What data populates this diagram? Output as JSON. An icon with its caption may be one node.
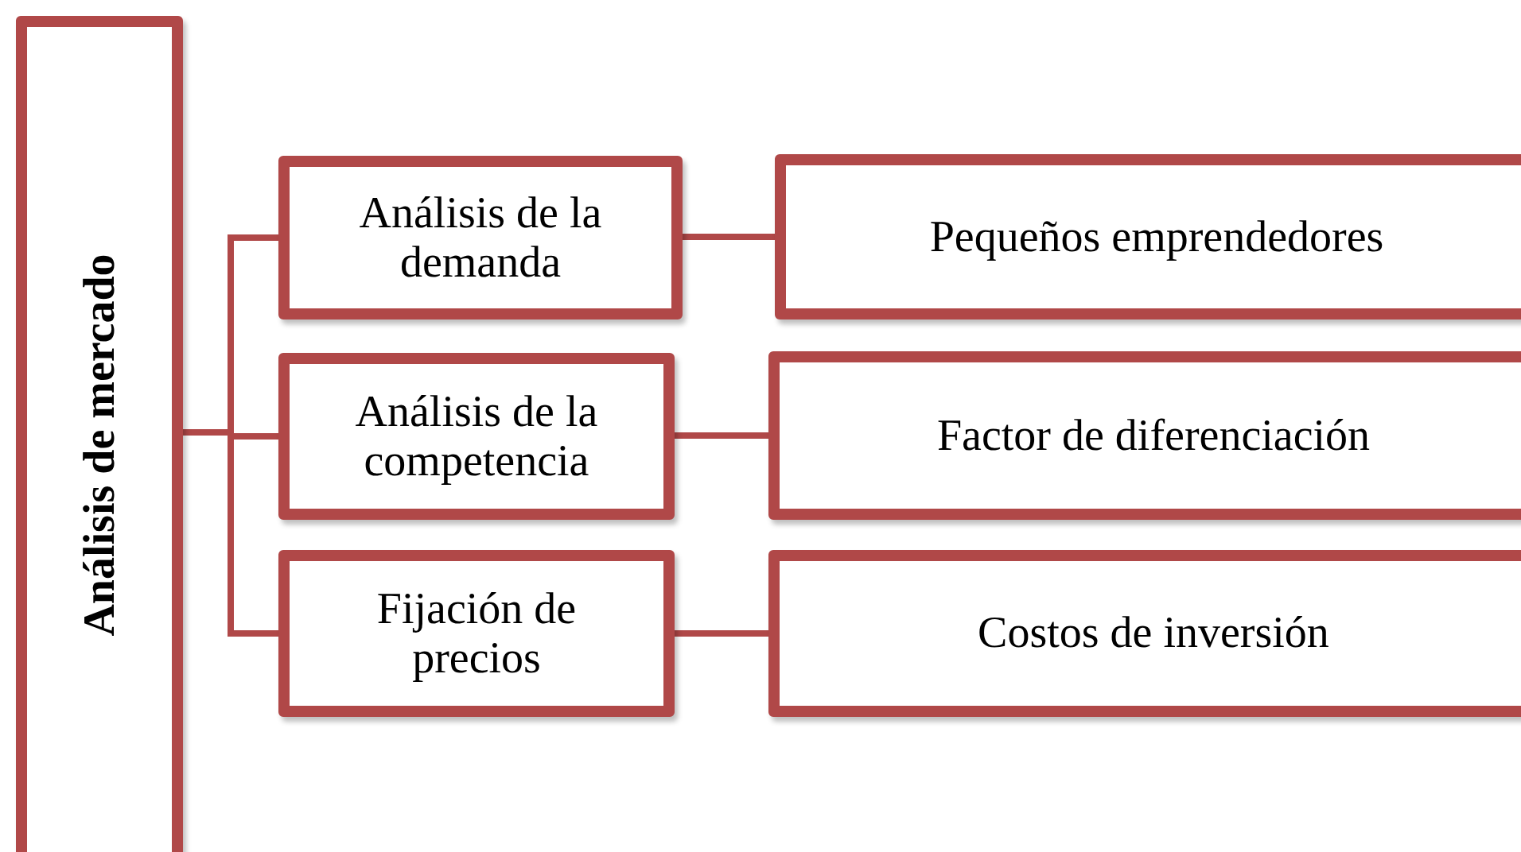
{
  "diagram": {
    "nodes": [
      {
        "text": [
          "Análisis de mercado"
        ]
      },
      {
        "text": [
          "Análisis de la demanda"
        ]
      },
      {
        "text": [
          "Análisis de la competencia"
        ]
      },
      {
        "text": [
          "Fijación de precios"
        ]
      },
      {
        "text": [
          "Pequeños emprendedores"
        ]
      },
      {
        "text": [
          "Factor de diferenciación"
        ]
      },
      {
        "text": [
          "Costos de inversión"
        ]
      }
    ],
    "edges": [
      {
        "from": 0,
        "to": 1,
        "arrow": "none"
      },
      {
        "from": 0,
        "to": 2,
        "arrow": "none"
      },
      {
        "from": 0,
        "to": 3,
        "arrow": "none"
      },
      {
        "from": 1,
        "to": 4,
        "arrow": "none"
      },
      {
        "from": 2,
        "to": 5,
        "arrow": "none"
      },
      {
        "from": 3,
        "to": 6,
        "arrow": "none"
      }
    ]
  }
}
